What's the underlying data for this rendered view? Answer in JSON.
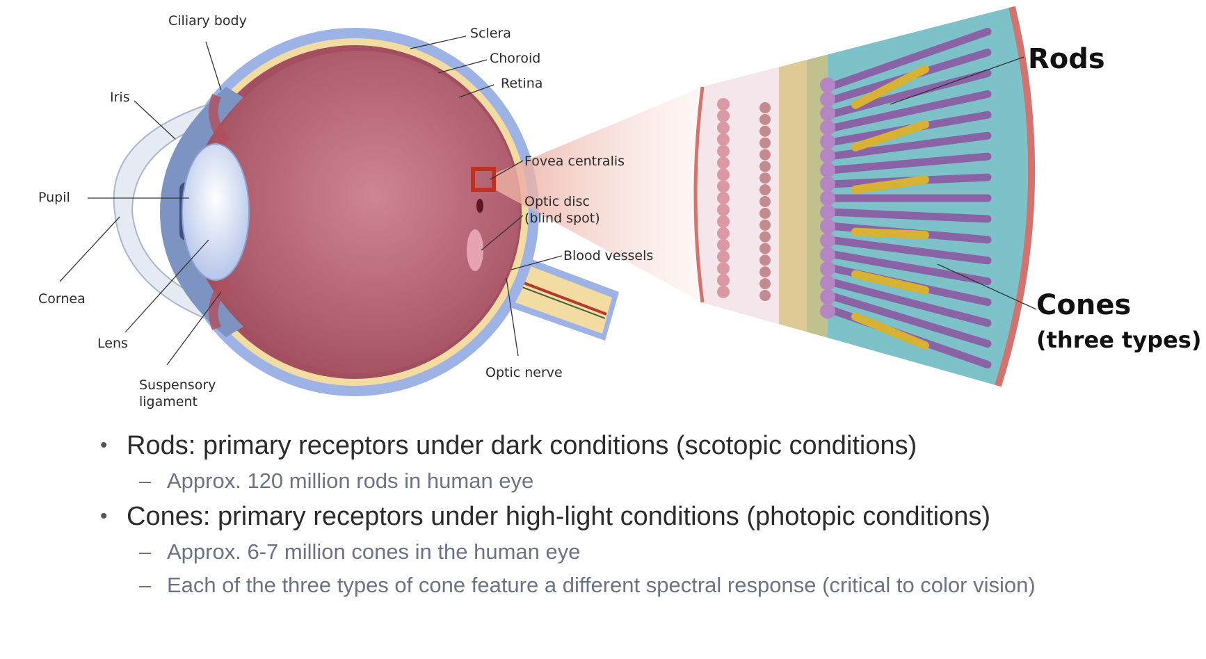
{
  "diagram": {
    "labels": {
      "ciliary_body": "Ciliary body",
      "sclera": "Sclera",
      "choroid": "Choroid",
      "retina": "Retina",
      "iris": "Iris",
      "fovea": "Fovea centralis",
      "pupil": "Pupil",
      "optic_disc_1": "Optic disc",
      "optic_disc_2": "(blind spot)",
      "blood_vessels": "Blood vessels",
      "cornea": "Cornea",
      "lens": "Lens",
      "optic_nerve": "Optic nerve",
      "suspensory_1": "Suspensory",
      "suspensory_2": "ligament",
      "rods": "Rods",
      "cones": "Cones",
      "cones_sub": "(three types)"
    },
    "colors": {
      "sclera": "#9db3e6",
      "choroid": "#f2dca2",
      "vitreous": "#b8606f",
      "fovea_box": "#c2311e",
      "retina_bg": "#7cc2c8",
      "rod": "#8a62a6",
      "cone": "#d8b232",
      "rim": "#d4736e"
    }
  },
  "bullets": [
    {
      "text": "Rods: primary receptors under dark conditions (scotopic conditions)",
      "subs": [
        "Approx. 120 million rods in human eye"
      ]
    },
    {
      "text": "Cones: primary receptors under high-light conditions (photopic conditions)",
      "subs": [
        "Approx. 6-7 million cones in the human eye",
        "Each of the three types of cone feature a different spectral response (critical to color vision)"
      ]
    }
  ]
}
